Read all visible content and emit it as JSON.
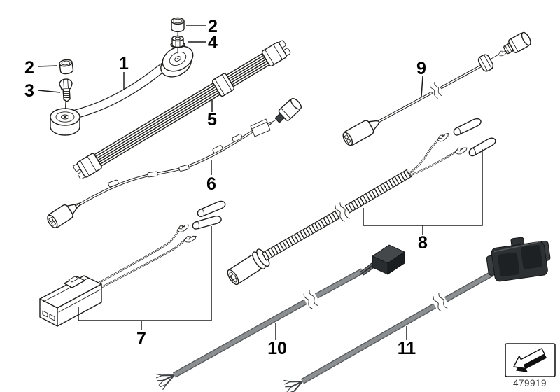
{
  "diagram": {
    "callouts": [
      {
        "id": "c1",
        "text": "1"
      },
      {
        "id": "c2-top",
        "text": "2"
      },
      {
        "id": "c4",
        "text": "4"
      },
      {
        "id": "c2-left",
        "text": "2"
      },
      {
        "id": "c3",
        "text": "3"
      },
      {
        "id": "c5",
        "text": "5"
      },
      {
        "id": "c6",
        "text": "6"
      },
      {
        "id": "c7",
        "text": "7"
      },
      {
        "id": "c8",
        "text": "8"
      },
      {
        "id": "c9",
        "text": "9"
      },
      {
        "id": "c10",
        "text": "10"
      },
      {
        "id": "c11",
        "text": "11"
      }
    ],
    "footer": {
      "doc_number": "479919",
      "nav_icon": "page-flip-arrow-icon"
    },
    "colors": {
      "background": "#ffffff",
      "line": "#1d1d1b",
      "cable_gray": "#8b8f91",
      "cable_edge": "#53575a",
      "connector_dark": "#2e3133"
    }
  }
}
